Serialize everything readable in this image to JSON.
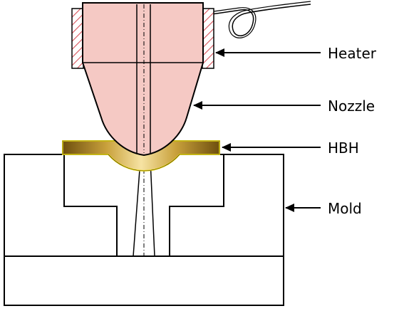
{
  "labels": {
    "heater": "Heater",
    "nozzle": "Nozzle",
    "hbh": "HBH",
    "mold": "Mold"
  },
  "colors": {
    "nozzle_fill": "#F5C9C4",
    "heater_hatch": "#D9535A",
    "hbh_dark": "#7A5A12",
    "hbh_light": "#F4DA8A",
    "hbh_edge": "#F2E21A",
    "outline": "#000000",
    "background": "#FFFFFF"
  }
}
